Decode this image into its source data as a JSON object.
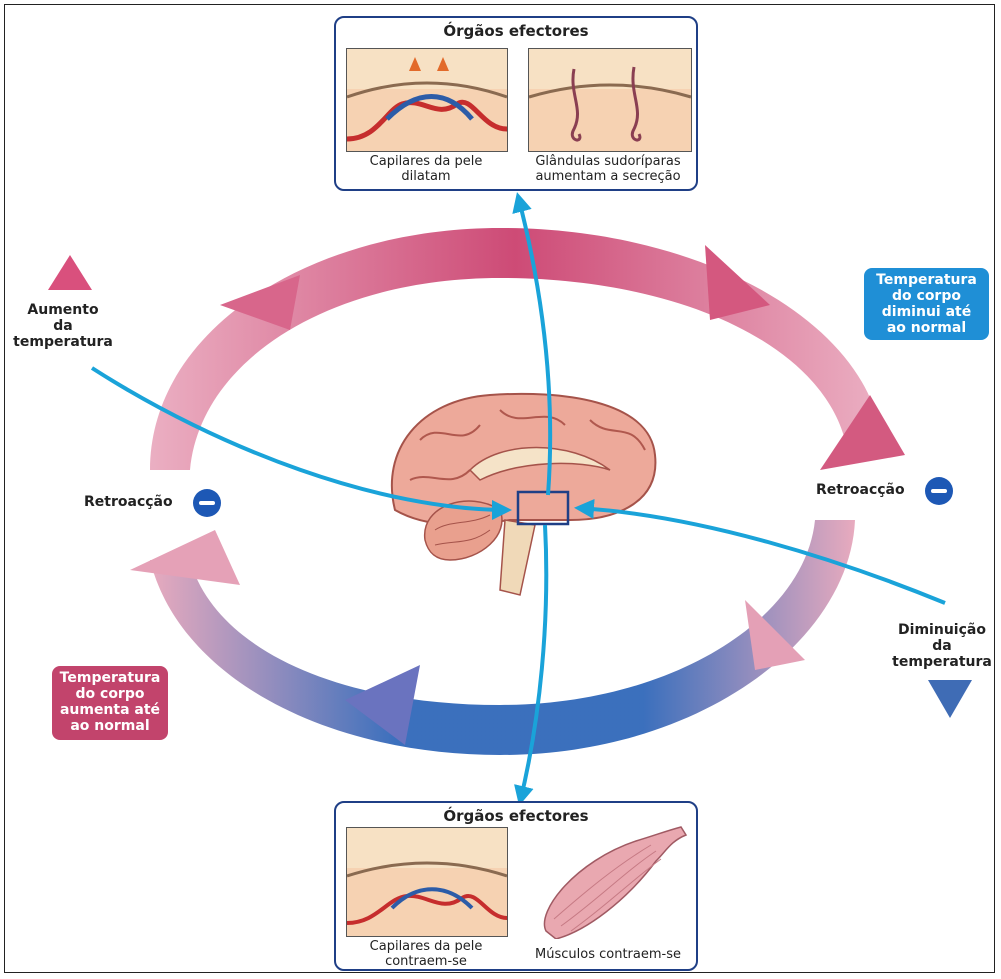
{
  "top_box": {
    "title": "Órgãos efectores",
    "left_caption": "Capilares da pele\ndilatam",
    "right_caption": "Glândulas sudoríparas\naumentam a secreção"
  },
  "bottom_box": {
    "title": "Órgãos efectores",
    "left_caption": "Capilares da pele\ncontraem-se",
    "right_caption": "Músculos contraem-se"
  },
  "stimuli": {
    "increase": "Aumento\nda\ntemperatura",
    "decrease": "Diminuição\nda\ntemperatura"
  },
  "feedback": {
    "left": "Retroacção",
    "right": "Retroacção"
  },
  "results": {
    "decreases_to_normal": "Temperatura\ndo corpo\ndiminui até\nao normal",
    "increases_to_normal": "Temperatura\ndo corpo\naumenta até\nao normal"
  },
  "colors": {
    "warm_arrow": "#cf4d78",
    "cool_arrow": "#1a5fb4",
    "pathway": "#1aa3d9",
    "tag_blue": "#1f8fd6",
    "tag_pink": "#c2446c",
    "frame_blue": "#1f3f86"
  },
  "icons": {
    "increase": "up-triangle-icon",
    "decrease": "down-triangle-icon",
    "feedback": "minus-circle-icon"
  }
}
